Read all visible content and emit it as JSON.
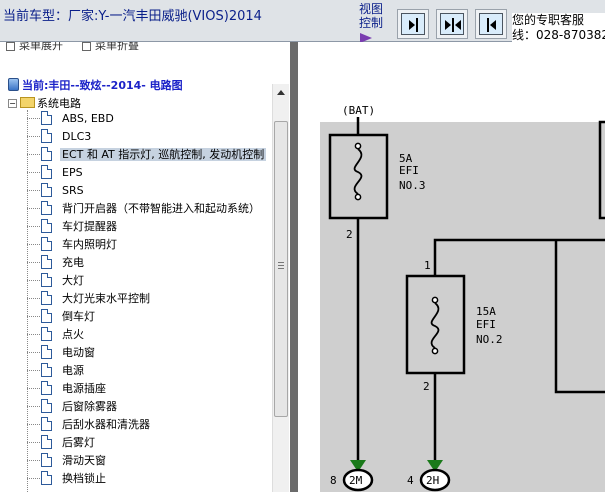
{
  "header": {
    "car_title": "当前车型：厂家:Y-一汽丰田威驰(VIOS)2014",
    "view_control_line1": "视图",
    "view_control_line2": "控制",
    "support_line1": "您的专职客服",
    "support_line2": "线：028-870382"
  },
  "menu": {
    "expand_label": "菜单展开",
    "collapse_label": "菜单折叠"
  },
  "tree": {
    "current_label": "当前:丰田--致炫--2014- 电路图",
    "root_label": "系统电路",
    "items": [
      {
        "label": "ABS, EBD"
      },
      {
        "label": "DLC3"
      },
      {
        "label": "ECT 和 AT 指示灯, 巡航控制, 发动机控制"
      },
      {
        "label": "EPS"
      },
      {
        "label": "SRS"
      },
      {
        "label": "背门开启器（不带智能进入和起动系统）"
      },
      {
        "label": "车灯提醒器"
      },
      {
        "label": "车内照明灯"
      },
      {
        "label": "充电"
      },
      {
        "label": "大灯"
      },
      {
        "label": "大灯光束水平控制"
      },
      {
        "label": "倒车灯"
      },
      {
        "label": "点火"
      },
      {
        "label": "电动窗"
      },
      {
        "label": "电源"
      },
      {
        "label": "电源插座"
      },
      {
        "label": "后窗除雾器"
      },
      {
        "label": "后刮水器和清洗器"
      },
      {
        "label": "后雾灯"
      },
      {
        "label": "滑动天窗"
      },
      {
        "label": "换档锁止"
      }
    ],
    "selected_index": 2
  },
  "diagram": {
    "bat_label": "(BAT)",
    "fuse1": {
      "amp": "5A",
      "name": "EFI",
      "no": "NO.3",
      "pin": "2"
    },
    "fuse2": {
      "amp": "15A",
      "name": "EFI",
      "no": "NO.2",
      "pin_top": "1",
      "pin_bottom": "2"
    },
    "connector1": {
      "num": "8",
      "code": "2M"
    },
    "connector2": {
      "num": "4",
      "code": "2H"
    },
    "colors": {
      "wire": "#000000",
      "arrow": "#1a7a1a",
      "background": "#cfcfcf"
    }
  }
}
